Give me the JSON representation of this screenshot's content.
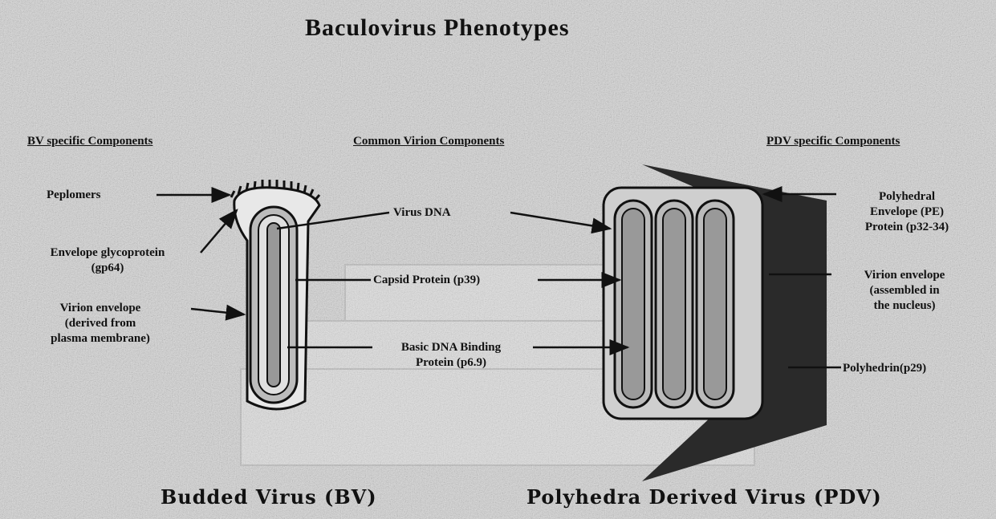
{
  "title": "Baculovirus Phenotypes",
  "headers": {
    "bv": "BV specific Components",
    "common": "Common Virion Components",
    "pdv": "PDV specific Components"
  },
  "labels": {
    "peplomers": "Peplomers",
    "envelope_glycoprotein": [
      "Envelope glycoprotein",
      "(gp64)"
    ],
    "bv_virion_envelope": [
      "Virion envelope",
      "(derived from",
      "plasma membrane)"
    ],
    "virus_dna": "Virus DNA",
    "capsid_protein": "Capsid Protein (p39)",
    "basic_dna_binding": [
      "Basic DNA Binding",
      "Protein (p6.9)"
    ],
    "polyhedral_envelope": [
      "Polyhedral",
      "Envelope (PE)",
      "Protein (p32-34)"
    ],
    "pdv_virion_envelope": [
      "Virion envelope",
      "(assembled in",
      "the nucleus)"
    ],
    "polyhedrin": "Polyhedrin(p29)"
  },
  "captions": {
    "bv": "Budded Virus (BV)",
    "pdv": "Polyhedra Derived Virus (PDV)"
  }
}
